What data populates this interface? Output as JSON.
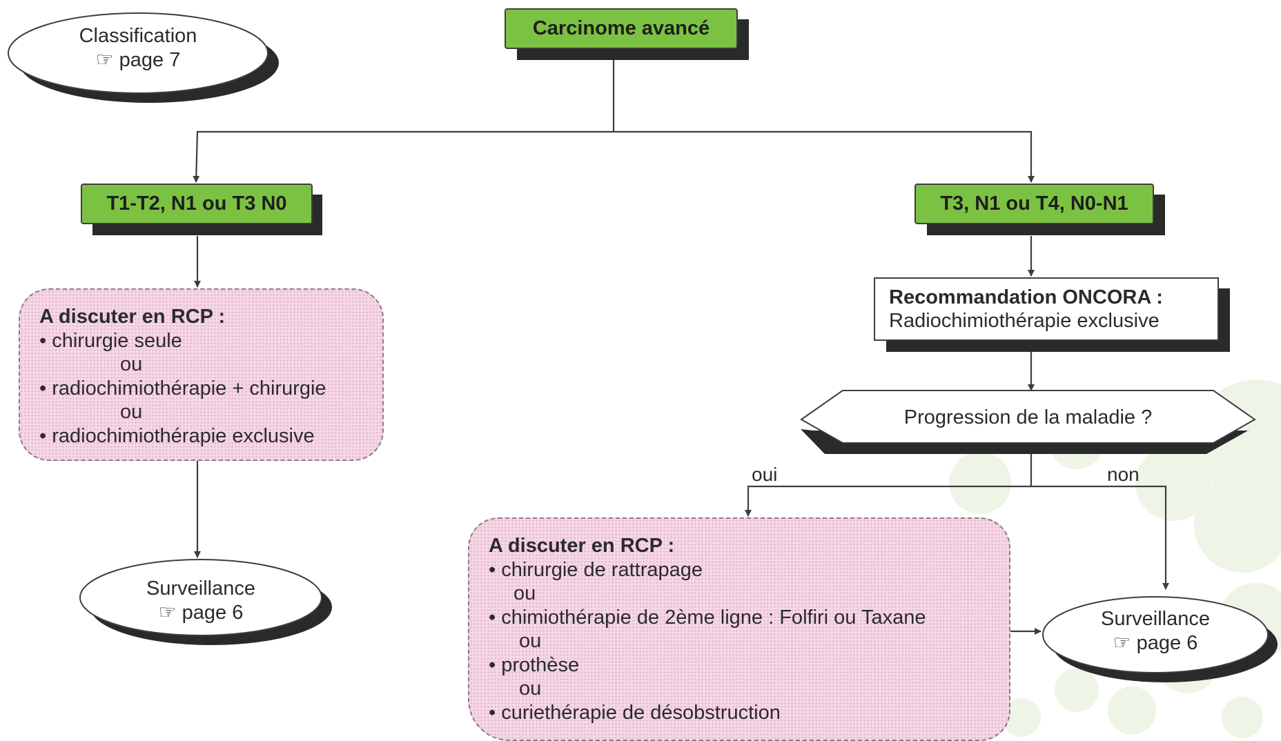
{
  "top_node": {
    "label": "Carcinome avancé"
  },
  "classification": {
    "title": "Classification",
    "icon": "pointing-hand-icon",
    "ref": "☞ page 7"
  },
  "left_branch": {
    "label": "T1-T2, N1 ou T3 N0",
    "rcp": {
      "title": "A discuter en RCP :",
      "items": [
        "• chirurgie seule",
        "ou",
        "• radiochimiothérapie + chirurgie",
        "ou",
        "• radiochimiothérapie exclusive"
      ]
    },
    "surveillance": {
      "title": "Surveillance",
      "ref": "☞ page 6"
    }
  },
  "right_branch": {
    "label": "T3, N1 ou T4, N0-N1",
    "recommendation": {
      "title": "Recommandation ONCORA :",
      "text": "Radiochimiothérapie exclusive"
    },
    "decision": {
      "question": "Progression de la maladie ?",
      "yes": "oui",
      "no": "non"
    },
    "rcp": {
      "title": "A discuter en RCP :",
      "items": [
        "• chirurgie de rattrapage",
        "ou",
        "• chimiothérapie de 2ème ligne : Folfiri ou Taxane",
        "ou",
        "• prothèse",
        "ou",
        "• curiethérapie de désobstruction"
      ]
    },
    "surveillance": {
      "title": "Surveillance",
      "ref": "☞ page 6"
    }
  },
  "colors": {
    "green": "#7cc242",
    "pink": "#f7d6e6",
    "shadow": "#2a2a2a",
    "line": "#3d3d3d",
    "decor_circles": "#eef5e6"
  }
}
